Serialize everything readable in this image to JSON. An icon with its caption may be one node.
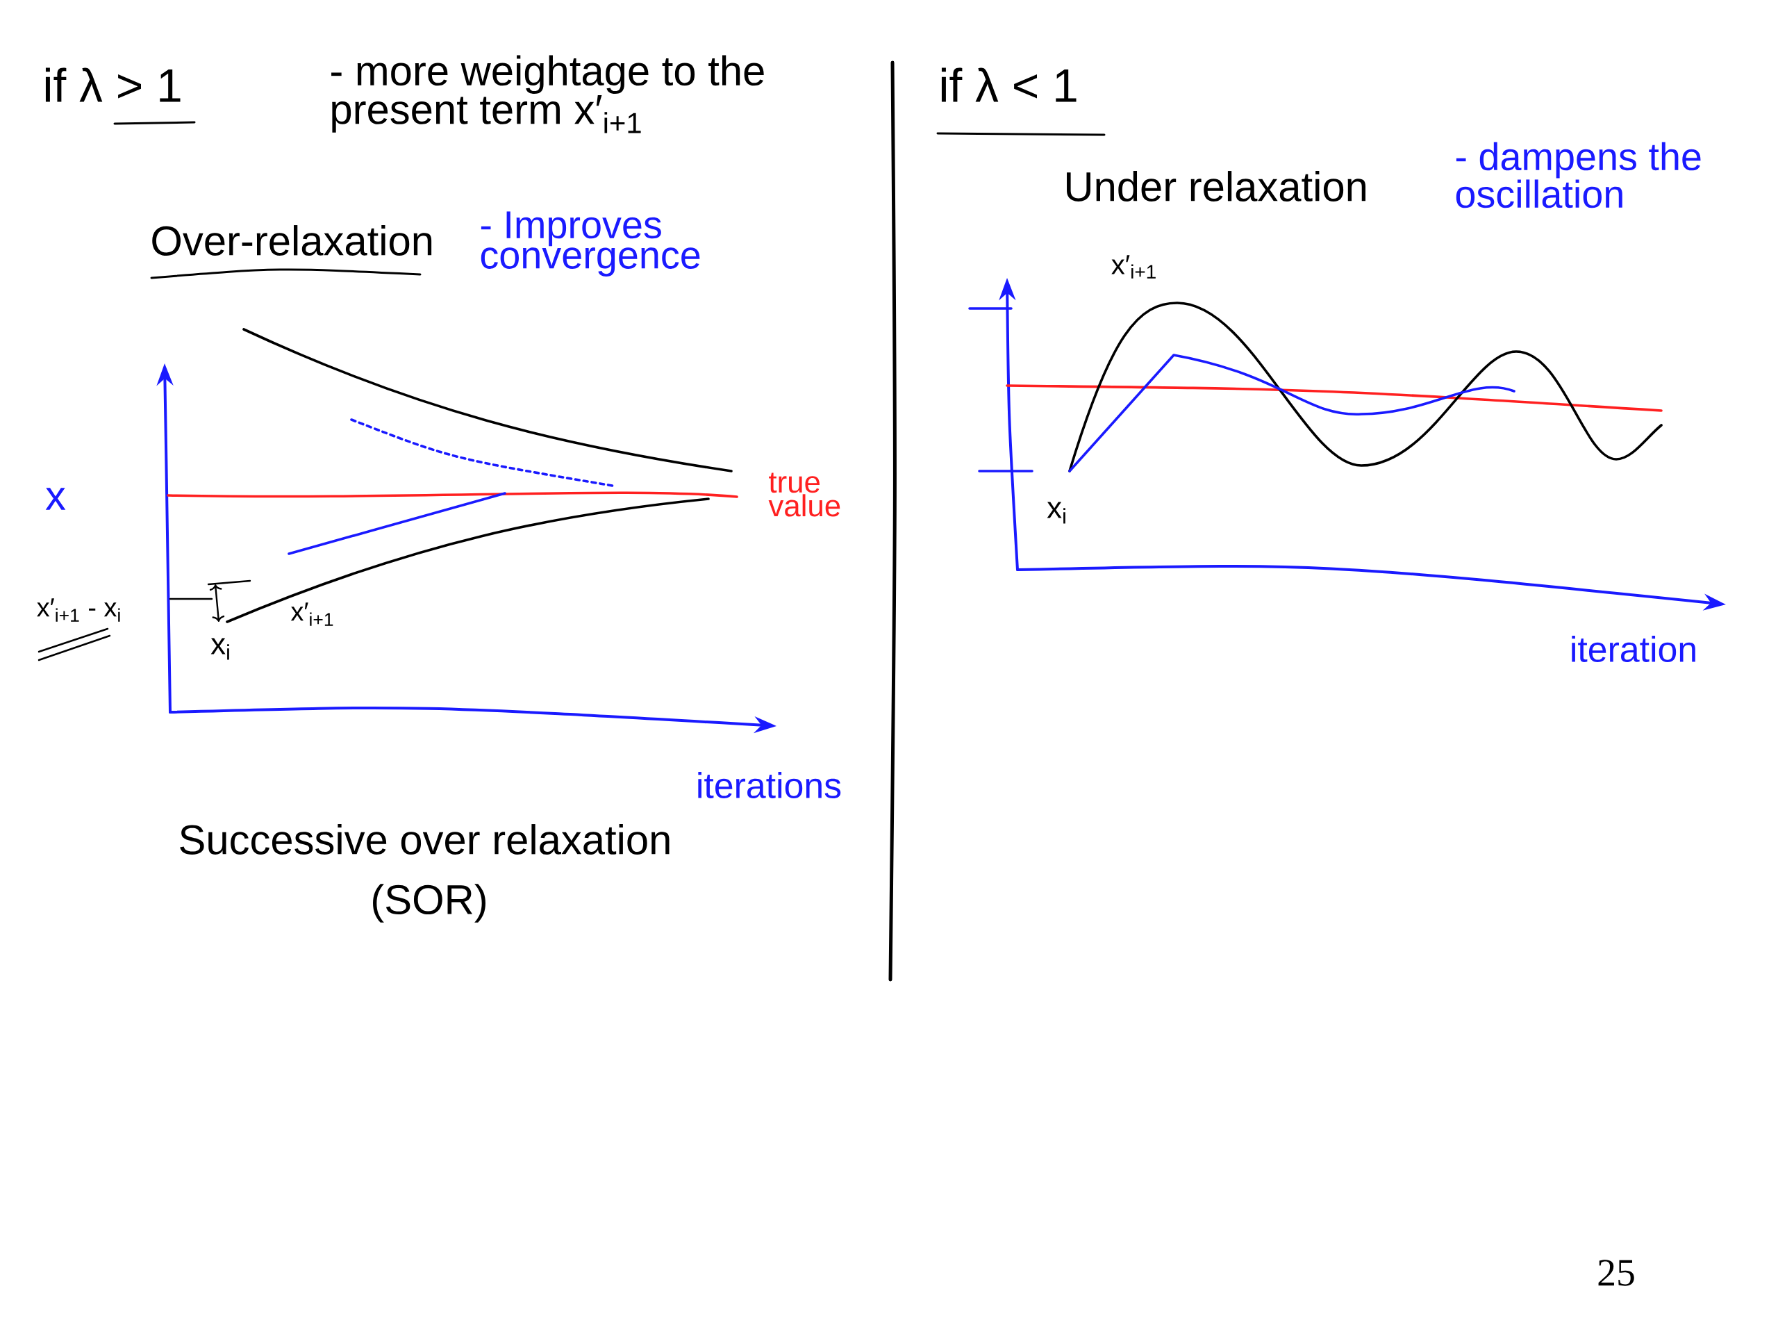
{
  "diagram": {
    "labels": [
      "if λ > 1",
      "- more weightage to the present term x′$_{i+1}$",
      "if λ < 1",
      "Under relaxation",
      "- dampens the oscillation",
      "Over-relaxation",
      "- Improves convergence",
      "x′$_{i+1}$",
      "x",
      "true value",
      "x′$_{i+1}$ - x$_{i}$",
      "x′$_{i+1}$",
      "x$_{i}$",
      "x$_{i}$",
      "iterations",
      "iteration",
      "Successive over relaxation",
      "(SOR)",
      "25"
    ]
  }
}
